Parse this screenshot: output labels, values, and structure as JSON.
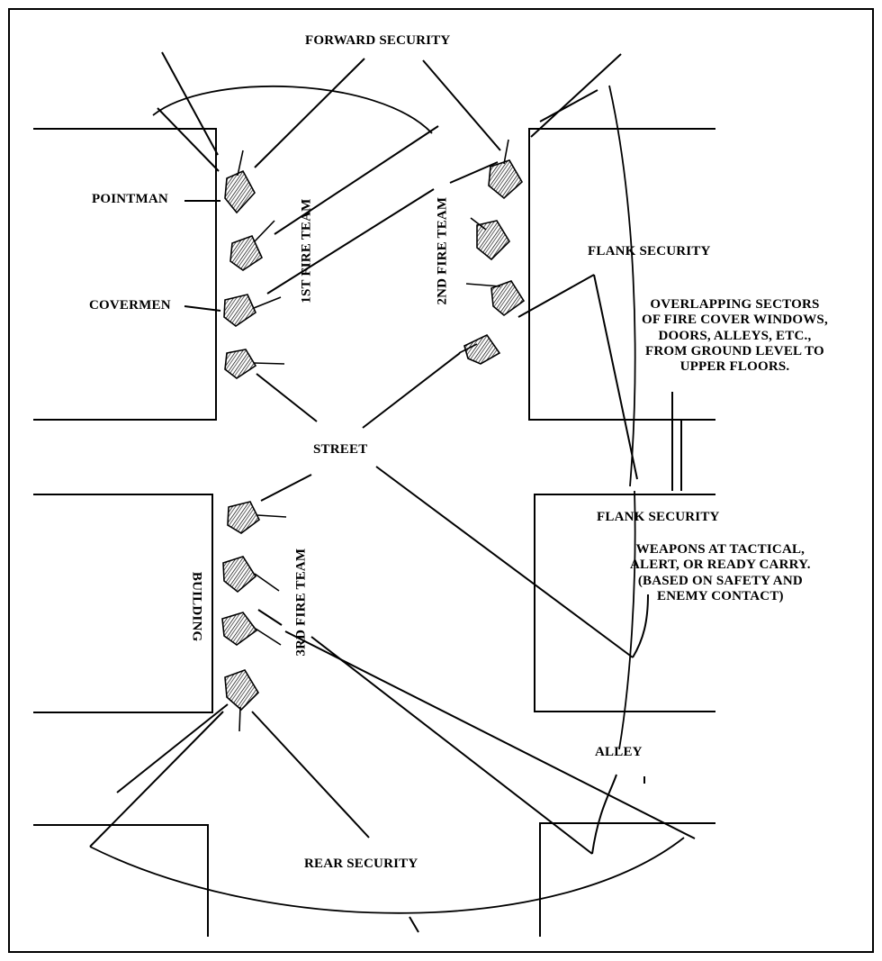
{
  "labels": {
    "forward_security": "FORWARD SECURITY",
    "pointman": "POINTMAN",
    "covermen": "COVERMEN",
    "first_fire_team": "1ST FIRE TEAM",
    "second_fire_team": "2ND FIRE TEAM",
    "third_fire_team": "3RD FIRE TEAM",
    "flank_security_upper": "FLANK SECURITY",
    "flank_security_lower": "FLANK SECURITY",
    "overlapping_sectors": [
      "OVERLAPPING SECTORS",
      "OF FIRE COVER WINDOWS,",
      "DOORS, ALLEYS, ETC.,",
      "FROM GROUND LEVEL TO",
      "UPPER FLOORS."
    ],
    "street": "STREET",
    "building": "BUILDING",
    "weapons_note": [
      "WEAPONS AT TACTICAL,",
      "ALERT, OR READY CARRY.",
      "(BASED ON SAFETY AND",
      "ENEMY CONTACT)"
    ],
    "alley": "ALLEY",
    "rear_security": "REAR SECURITY"
  },
  "colors": {
    "ink": "#000000",
    "background": "#ffffff"
  }
}
